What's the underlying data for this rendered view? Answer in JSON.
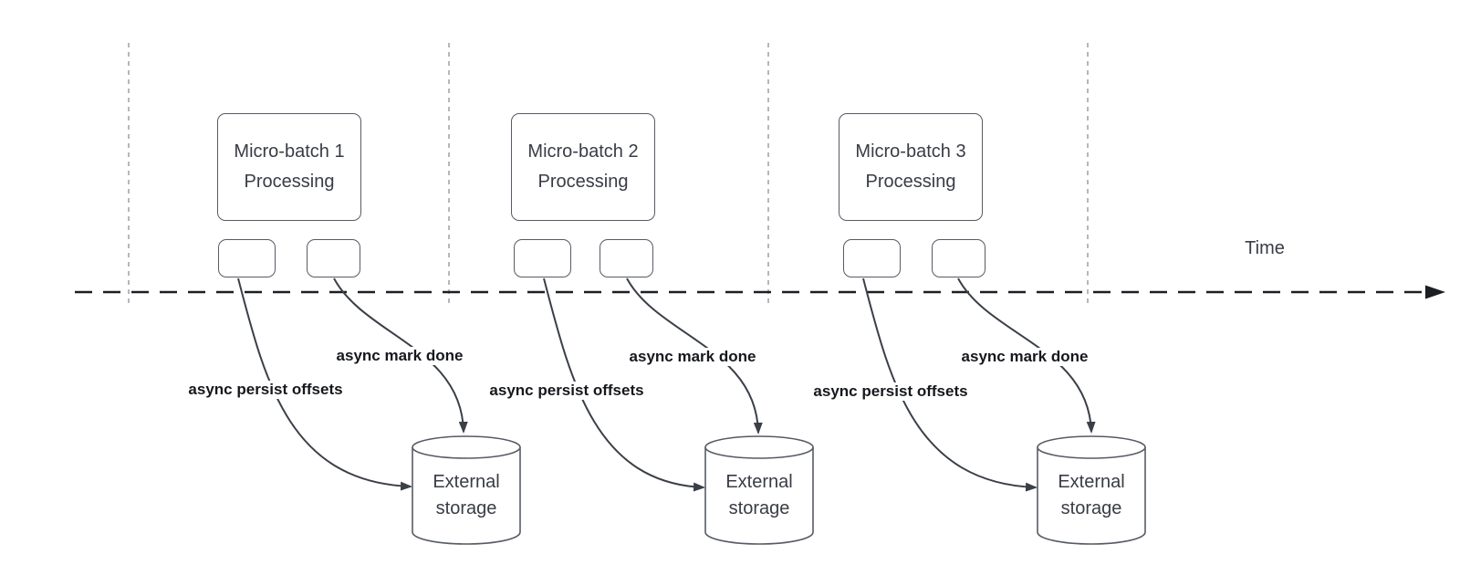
{
  "diagram": {
    "time_label": "Time",
    "groups": [
      {
        "title_line1": "Micro-batch 1",
        "title_line2": "Processing",
        "persist_label": "async persist offsets",
        "done_label": "async mark done",
        "storage_line1": "External",
        "storage_line2": "storage"
      },
      {
        "title_line1": "Micro-batch 2",
        "title_line2": "Processing",
        "persist_label": "async persist offsets",
        "done_label": "async mark done",
        "storage_line1": "External",
        "storage_line2": "storage"
      },
      {
        "title_line1": "Micro-batch 3",
        "title_line2": "Processing",
        "persist_label": "async persist offsets",
        "done_label": "async mark done",
        "storage_line1": "External",
        "storage_line2": "storage"
      }
    ],
    "colors": {
      "guide_line": "#b5b7ba",
      "time_axis": "#1b1e23",
      "connector": "#3a3f48",
      "shape_border": "#565b64",
      "shape_text": "#383c45",
      "label_text": "#16181d"
    }
  }
}
